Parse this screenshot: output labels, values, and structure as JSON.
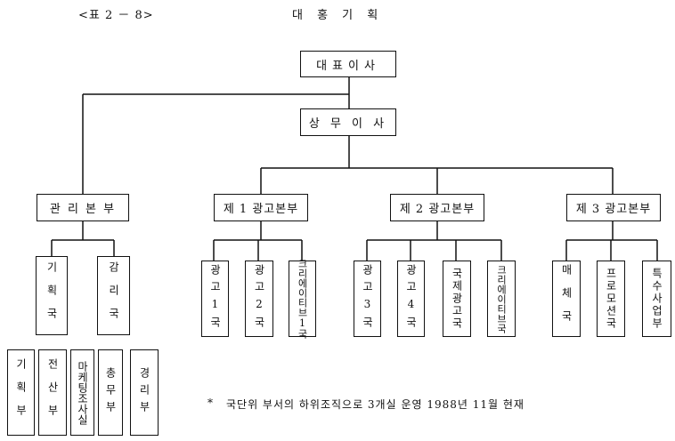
{
  "table_label": "<표 2 － 8>",
  "title": "대 홍 기 획",
  "ceo": "대표이사",
  "md": "상 무 이 사",
  "divisions": [
    "관 리 본 부",
    "제 1 광고본부",
    "제 2 광고본부",
    "제 3 광고본부"
  ],
  "admin_units": [
    "기획국",
    "감리국"
  ],
  "admin_subunits": [
    "기획부",
    "전산부",
    "마케팅조사실",
    "총무부",
    "경리부"
  ],
  "div1_units": [
    "광고1국",
    "광고2국",
    "크리에이티브1국"
  ],
  "div2_units": [
    "광고3국",
    "광고4국",
    "국제광고국",
    "크리에이티브국"
  ],
  "div3_units": [
    "매체국",
    "프로모션국",
    "특수사업부"
  ],
  "footnote_mark": "*",
  "footnote": "국단위 부서의 하위조직으로 3개실 운영   1988년 11월 현재"
}
